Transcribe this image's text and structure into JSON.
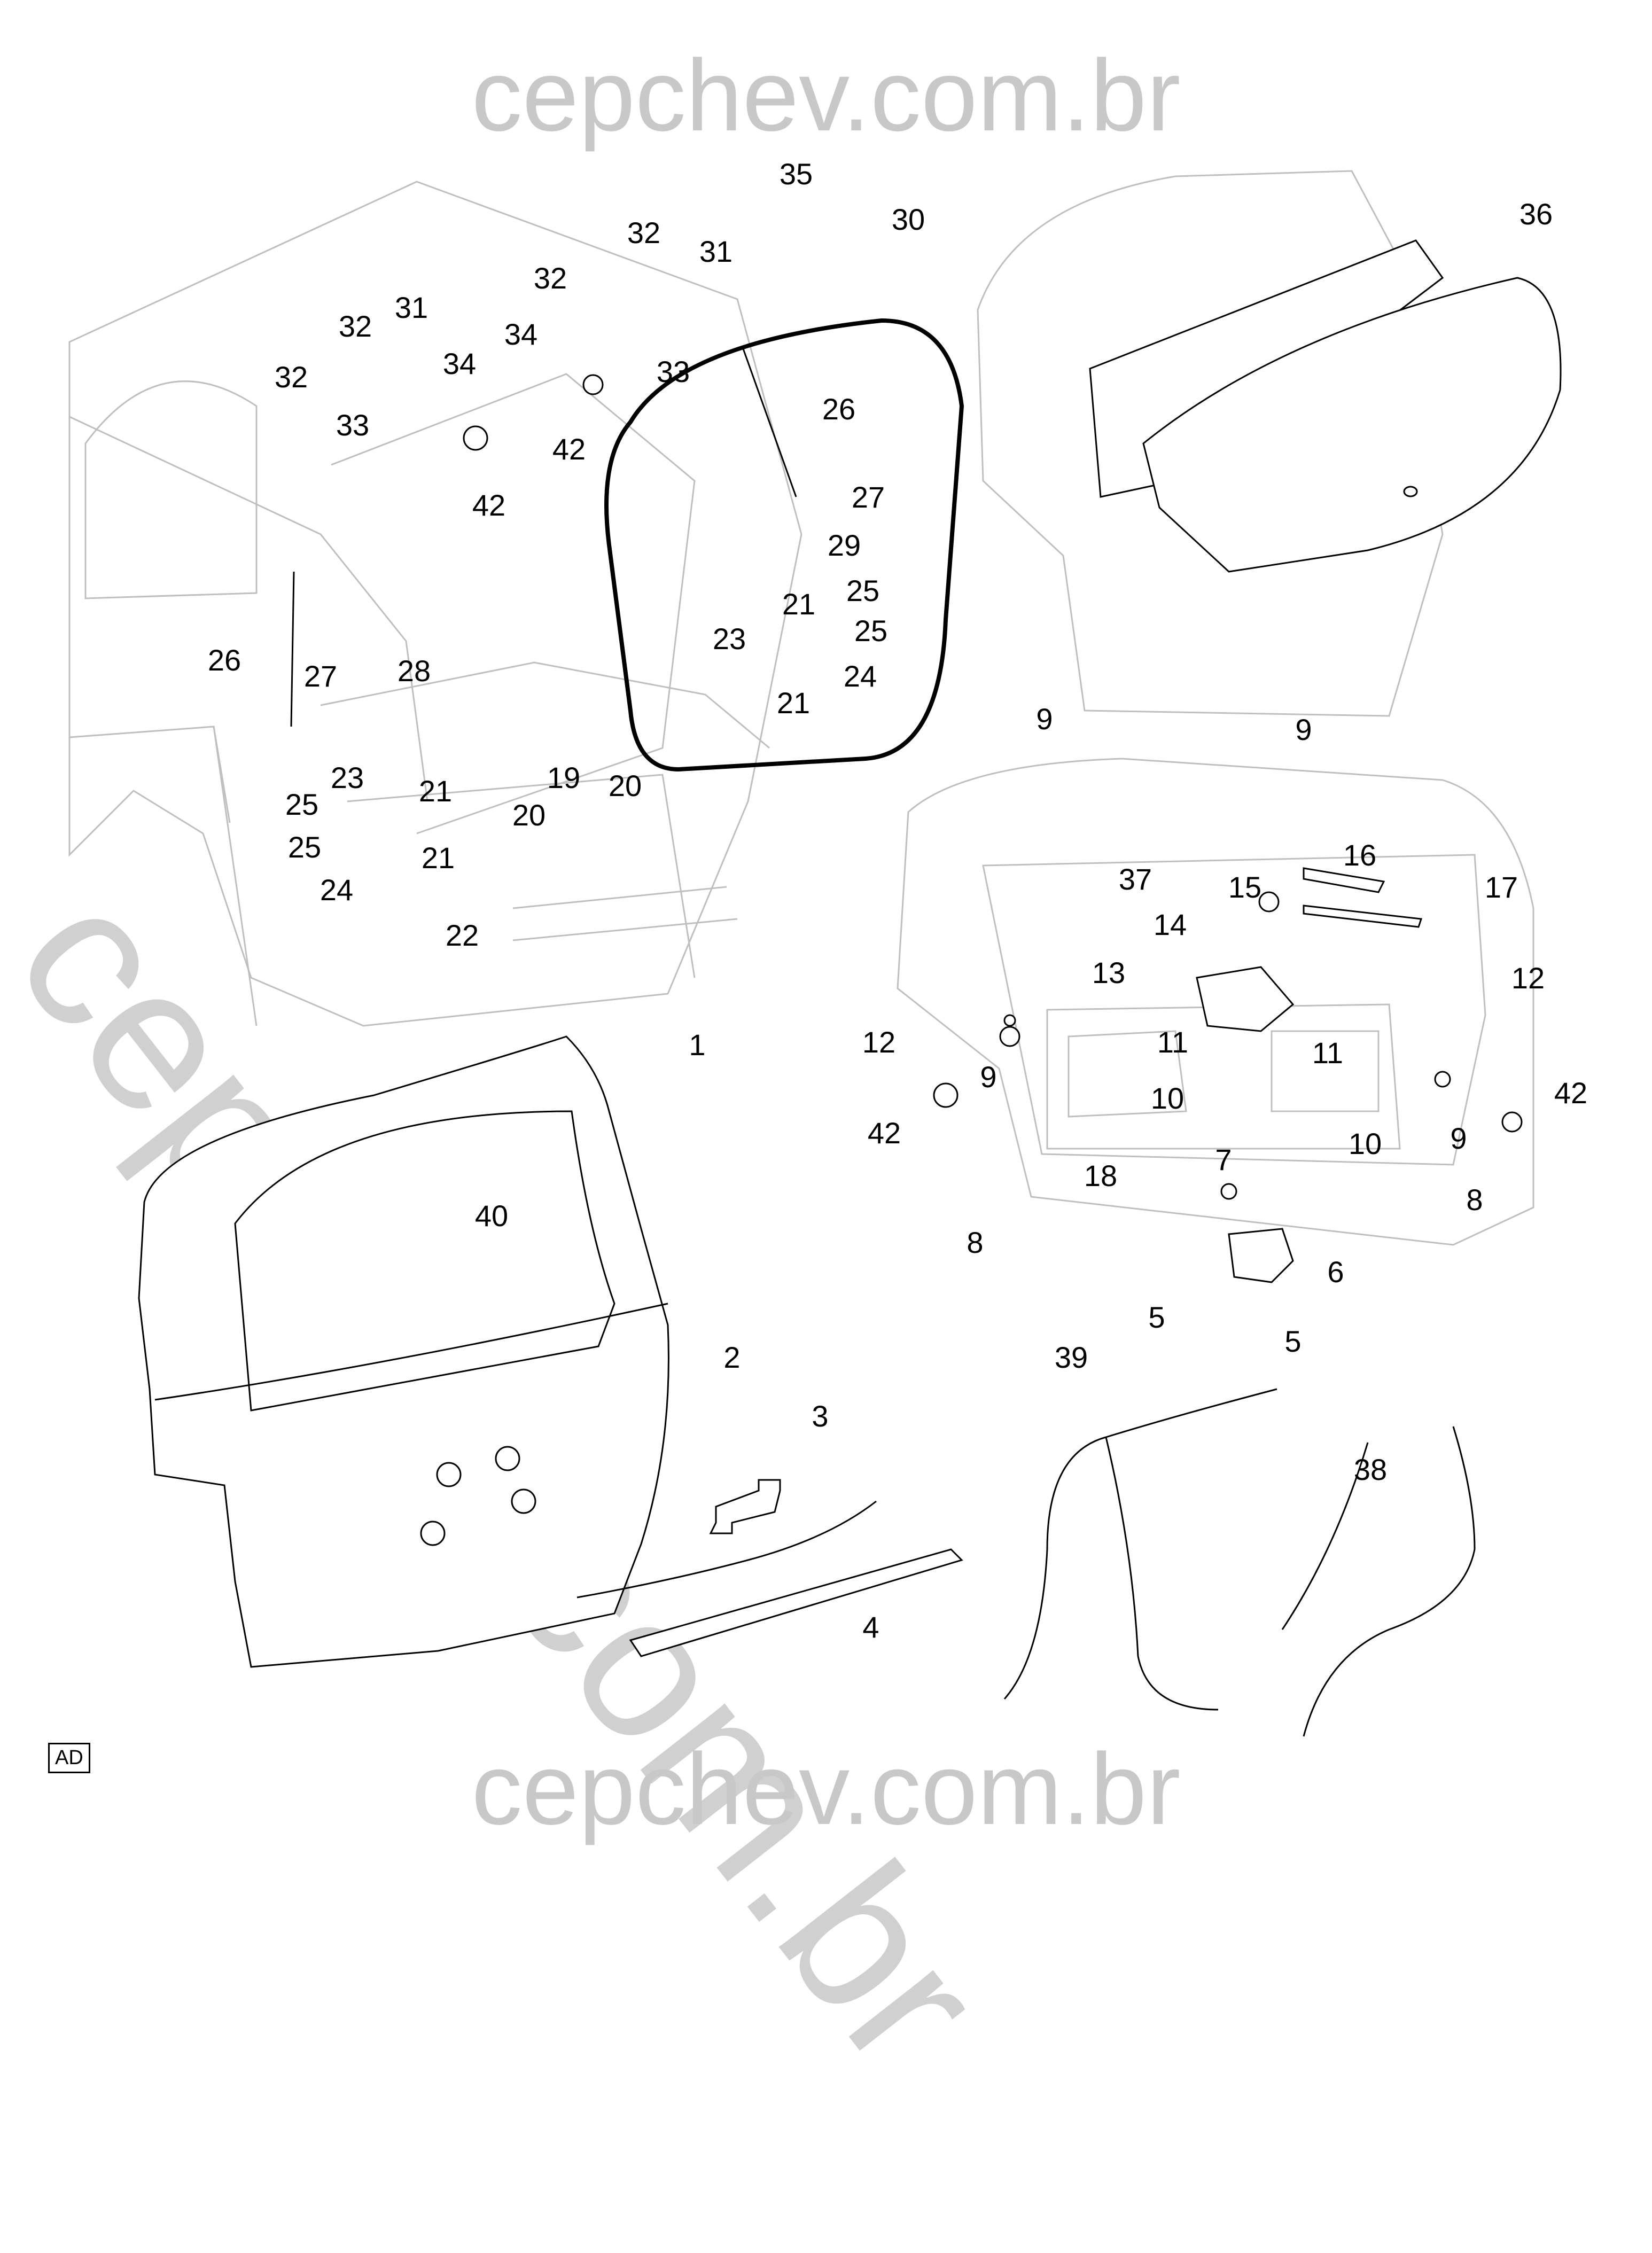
{
  "watermark": {
    "top": "cepchev.com.br",
    "diagonal": "cepchev.com.br",
    "bottom": "cepchev.com.br"
  },
  "diagram_code": "AD",
  "callouts": [
    "1",
    "2",
    "3",
    "4",
    "5",
    "5",
    "6",
    "7",
    "8",
    "8",
    "9",
    "9",
    "9",
    "9",
    "10",
    "10",
    "11",
    "11",
    "12",
    "12",
    "13",
    "14",
    "15",
    "16",
    "17",
    "18",
    "19",
    "20",
    "20",
    "21",
    "21",
    "21",
    "21",
    "22",
    "23",
    "23",
    "24",
    "24",
    "25",
    "25",
    "25",
    "25",
    "26",
    "26",
    "27",
    "27",
    "28",
    "29",
    "30",
    "31",
    "31",
    "32",
    "32",
    "32",
    "32",
    "33",
    "33",
    "34",
    "34",
    "35",
    "36",
    "37",
    "38",
    "39",
    "40",
    "42",
    "42",
    "42",
    "42"
  ]
}
